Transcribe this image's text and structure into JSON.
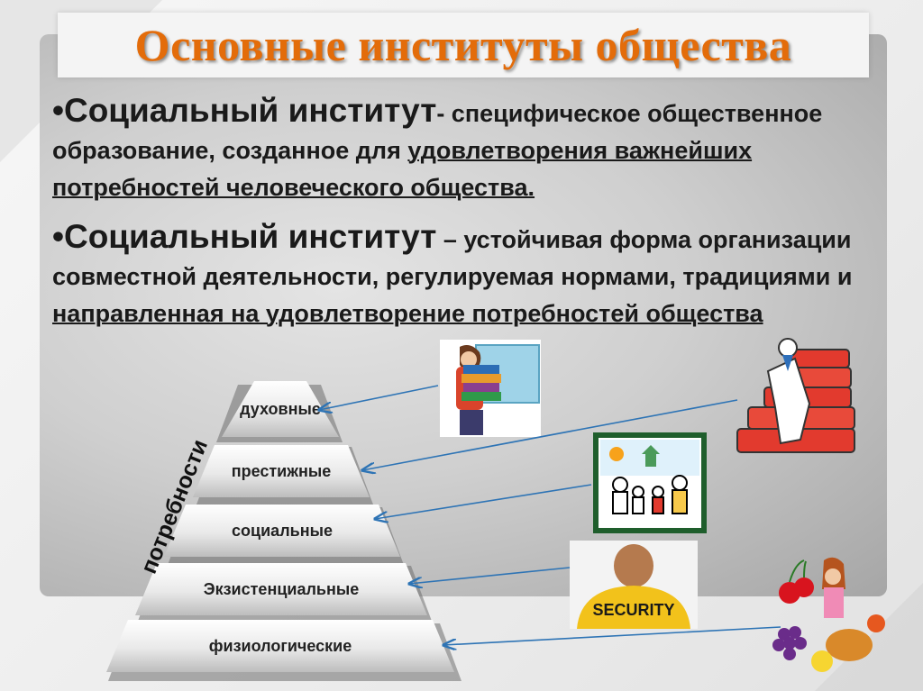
{
  "title": "Основные институты общества",
  "definitions": [
    {
      "bullet": "•",
      "term": "Социальный институт",
      "part1": "- специфическое общественное образование, созданное для ",
      "underlined": "удовлетворения важнейших потребностей человеческого общества.",
      "part2": ""
    },
    {
      "bullet": "•",
      "term": "Социальный институт",
      "part1": " – устойчивая форма организации совместной деятельности, регулируемая нормами, традициями и ",
      "underlined": "направленная на удовлетворение потребностей общества",
      "part2": ""
    }
  ],
  "pyramid": {
    "axis_label": "потребности",
    "levels": [
      "духовные",
      "престижные",
      "социальные",
      "Экзистенциальные",
      "физиологические"
    ]
  },
  "pictures": {
    "student": "student-with-books-icon",
    "professor": "professor-on-books-icon",
    "family": "family-picture-icon",
    "security": "security-guard-icon",
    "security_text": "SECURITY",
    "food": "food-and-fruit-icon"
  },
  "colors": {
    "title": "#e36c0a",
    "arrows": "#2e74b5",
    "panel": "#b8b8b8"
  }
}
